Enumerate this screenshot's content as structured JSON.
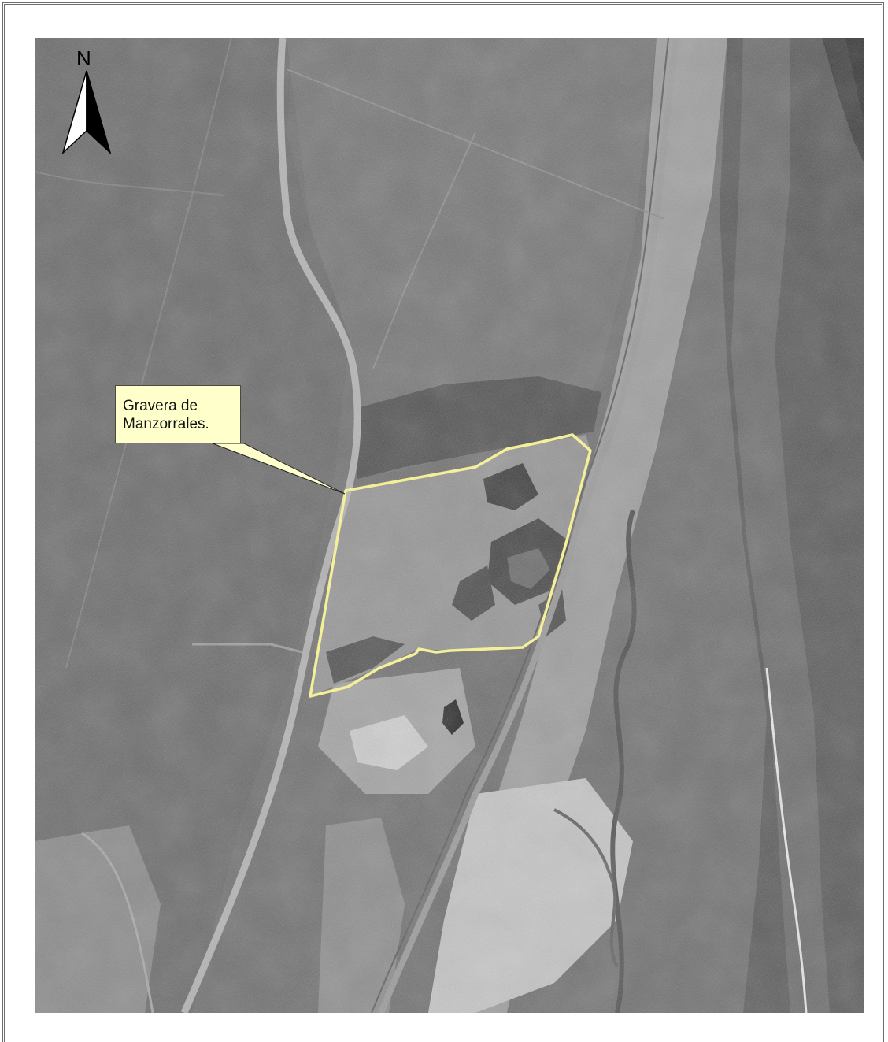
{
  "map": {
    "north_label": "N",
    "callout": {
      "line1": "Gravera de",
      "line2": "Manzorrales."
    },
    "colors": {
      "boundary": "#f4f09a",
      "callout_fill": "#ffffcc"
    },
    "icons": {
      "north_arrow": "north-arrow-icon"
    }
  }
}
